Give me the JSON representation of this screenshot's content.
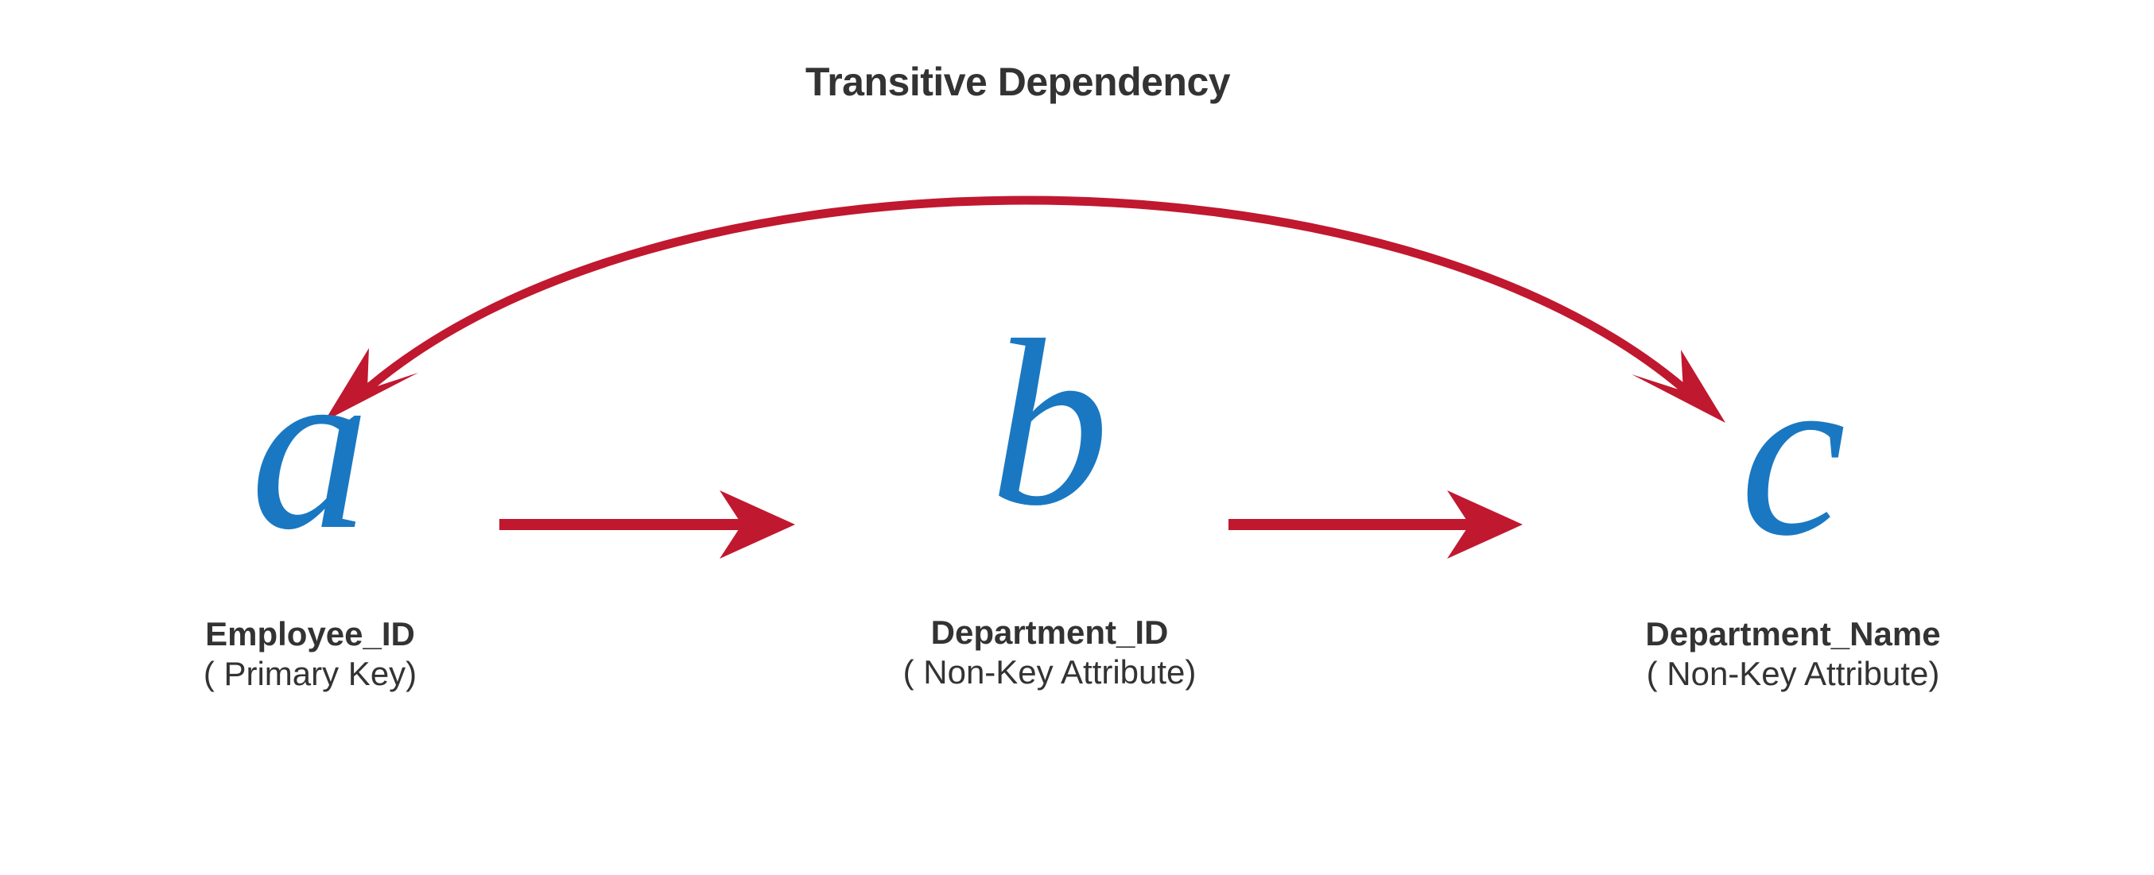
{
  "diagram": {
    "title": "Transitive Dependency",
    "background_color": "#ffffff",
    "symbol_color": "#1a78c2",
    "arrow_color": "#c0182f",
    "text_color": "#333333"
  },
  "nodes": [
    {
      "symbol": "a",
      "name": "Employee_ID",
      "role": "( Primary Key)"
    },
    {
      "symbol": "b",
      "name": "Department_ID",
      "role": "( Non-Key Attribute)"
    },
    {
      "symbol": "c",
      "name": "Department_Name",
      "role": "( Non-Key Attribute)"
    }
  ],
  "arrows": [
    {
      "id": "arrow-a-to-b",
      "kind": "straight",
      "from": "a",
      "to": "b",
      "label": ""
    },
    {
      "id": "arrow-b-to-c",
      "kind": "straight",
      "from": "b",
      "to": "c",
      "label": ""
    },
    {
      "id": "arrow-transitive",
      "kind": "curved-double-headed",
      "from": "a",
      "to": "c",
      "label": "Transitive Dependency"
    }
  ]
}
